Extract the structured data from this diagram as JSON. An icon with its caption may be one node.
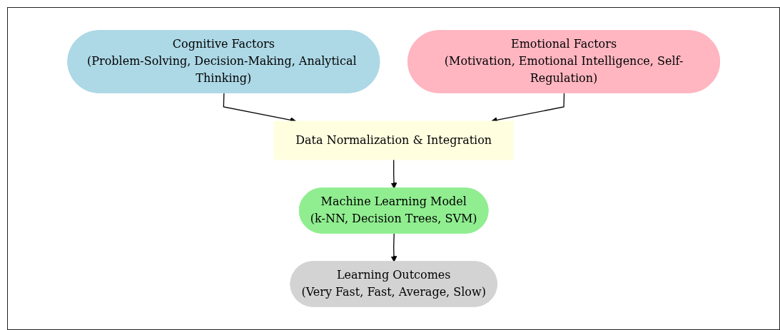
{
  "diagram": {
    "nodes": [
      {
        "text": [
          "Cognitive Factors",
          "(Problem-Solving, Decision-Making, Analytical Thinking)"
        ]
      },
      {
        "text": [
          "Emotional Factors",
          "(Motivation, Emotional Intelligence, Self-Regulation)"
        ]
      },
      {
        "text": [
          "Data Normalization & Integration"
        ]
      },
      {
        "text": [
          "Machine Learning Model",
          "(k-NN, Decision Trees, SVM)"
        ]
      },
      {
        "text": [
          "Learning Outcomes",
          "(Very Fast, Fast, Average, Slow)"
        ]
      }
    ],
    "edges": [
      {
        "from": 0,
        "to": 2,
        "arrow": "to"
      },
      {
        "from": 1,
        "to": 2,
        "arrow": "to"
      },
      {
        "from": 2,
        "to": 3,
        "arrow": "to"
      },
      {
        "from": 3,
        "to": 4,
        "arrow": "to"
      }
    ]
  }
}
